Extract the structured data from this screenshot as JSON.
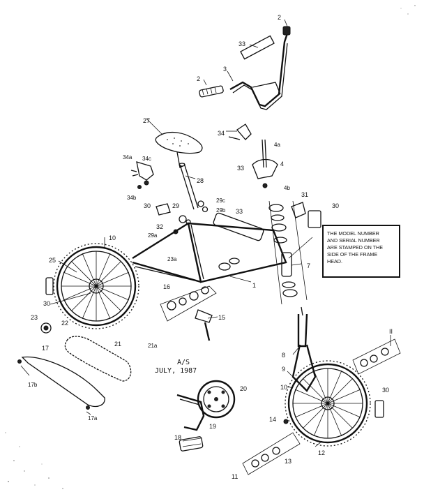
{
  "note": {
    "lines": [
      "THE MODEL NUMBER",
      "AND SERIAL NUMBER",
      "ARE STAMPED ON THE",
      "SIDE OF THE FRAME",
      "HEAD."
    ]
  },
  "stamp": {
    "line1": "A/S",
    "line2": "JULY, 1987"
  },
  "callouts": {
    "c2a": "2",
    "c33a": "33",
    "c3": "3",
    "c2b": "2",
    "c27": "27",
    "c34": "34",
    "c4a": "4a",
    "c34a": "34a",
    "c34c": "34c",
    "c33b": "33",
    "c4": "4",
    "c28": "28",
    "c4b": "4b",
    "c34b": "34b",
    "c29c": "29c",
    "c29b": "29b",
    "c31": "31",
    "c30a": "30",
    "c29": "29",
    "c33c": "33",
    "c30b": "30",
    "c32": "32",
    "c29a": "29a",
    "c10a": "10",
    "c23a": "23a",
    "c25": "25",
    "c7": "7",
    "c1": "1",
    "c16": "16",
    "c30c": "30",
    "c23": "23",
    "c22": "22",
    "c15": "15",
    "c8": "8",
    "c17": "17",
    "c21": "21",
    "c21a": "21a",
    "c11a": "II",
    "c9": "9",
    "c17b": "17b",
    "c20": "20",
    "c10b": "10",
    "c30d": "30",
    "c17a": "17a",
    "c19": "19",
    "c14": "14",
    "c18": "18",
    "c12": "12",
    "c13": "13",
    "c11b": "11"
  }
}
